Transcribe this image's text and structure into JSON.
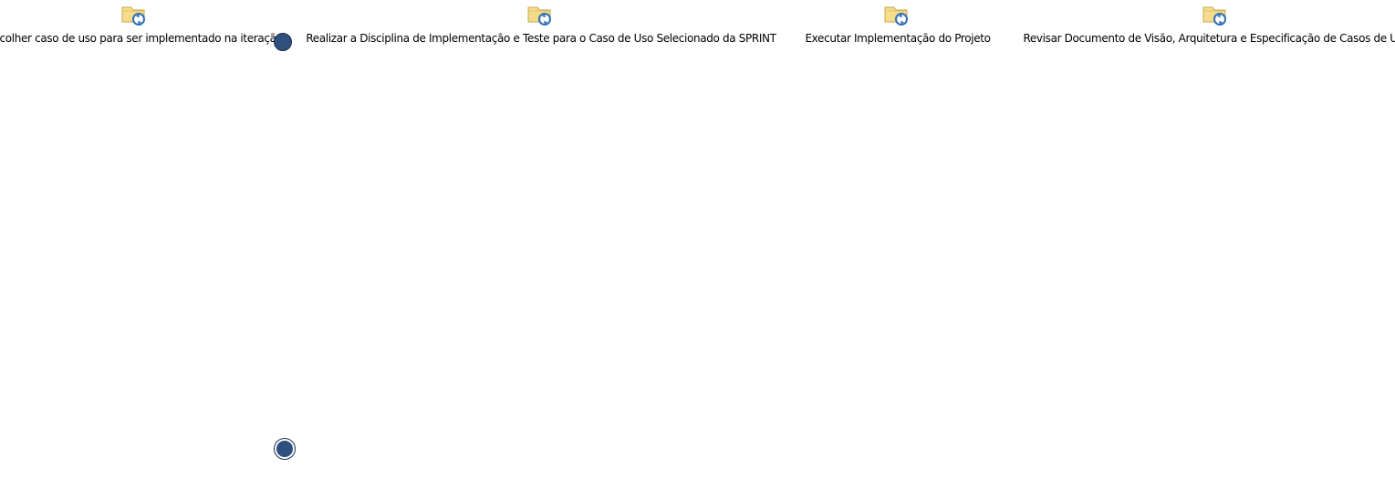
{
  "diagram": {
    "activities": [
      {
        "label": "Escolher caso de uso para ser implementado na iteração",
        "icon": "activity-folder-icon"
      },
      {
        "label": "Realizar a Disciplina de Implementação e Teste para o Caso de Uso Selecionado da SPRINT",
        "icon": "activity-folder-icon"
      },
      {
        "label": "Executar Implementação do Projeto",
        "icon": "activity-folder-icon"
      },
      {
        "label": "Revisar Documento de Visão, Arquitetura e Especificação de Casos de Uso",
        "icon": "activity-folder-icon"
      }
    ],
    "colors": {
      "node_fill": "#2f4f7f",
      "folder_fill": "#f5dc8c",
      "cycle_arrow": "#2f6fb7"
    }
  }
}
